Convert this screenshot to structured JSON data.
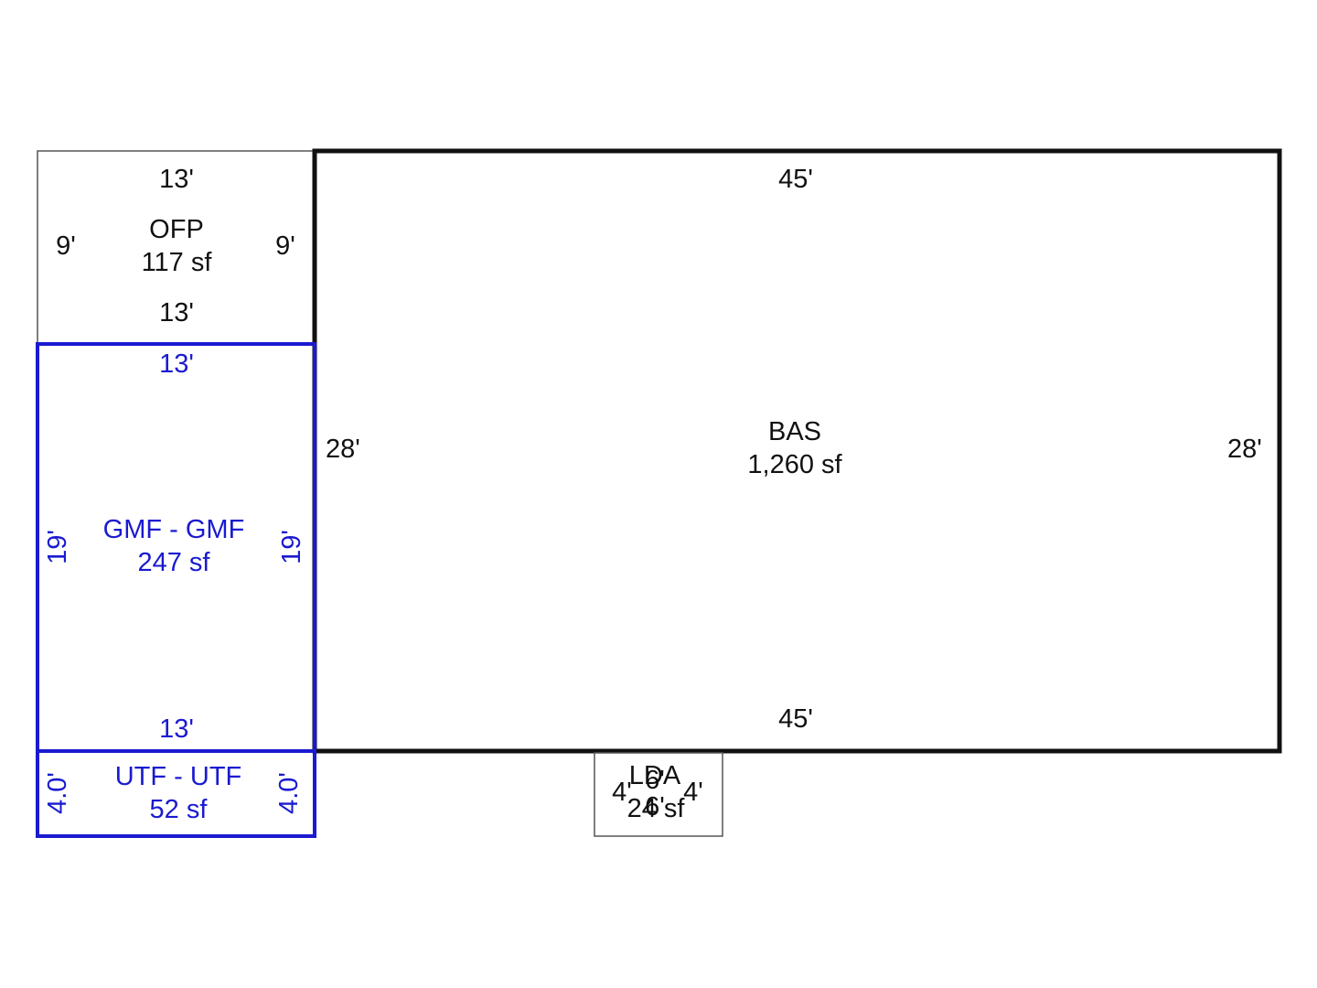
{
  "colors": {
    "line": "#111111",
    "accent": "#1a1ad0",
    "thin": "#555555",
    "background": "#ffffff"
  },
  "areas": {
    "ofp": {
      "name": "OFP",
      "size": "117 sf",
      "top": "13'",
      "bottom": "13'",
      "left": "9'",
      "right": "9'"
    },
    "bas": {
      "name": "BAS",
      "size": "1,260 sf",
      "top": "45'",
      "bottom": "45'",
      "left": "28'",
      "right": "28'"
    },
    "gmf": {
      "name": "GMF - GMF",
      "size": "247 sf",
      "top": "13'",
      "bottom": "13'",
      "left": "19'",
      "right": "19'"
    },
    "utf": {
      "name": "UTF - UTF",
      "size": "52 sf",
      "left": "4.0'",
      "right": "4.0'"
    },
    "lda": {
      "name": "LDA",
      "size": "24 sf",
      "left": "4'",
      "right": "4'",
      "top": "6'",
      "bottom": "6'"
    }
  }
}
